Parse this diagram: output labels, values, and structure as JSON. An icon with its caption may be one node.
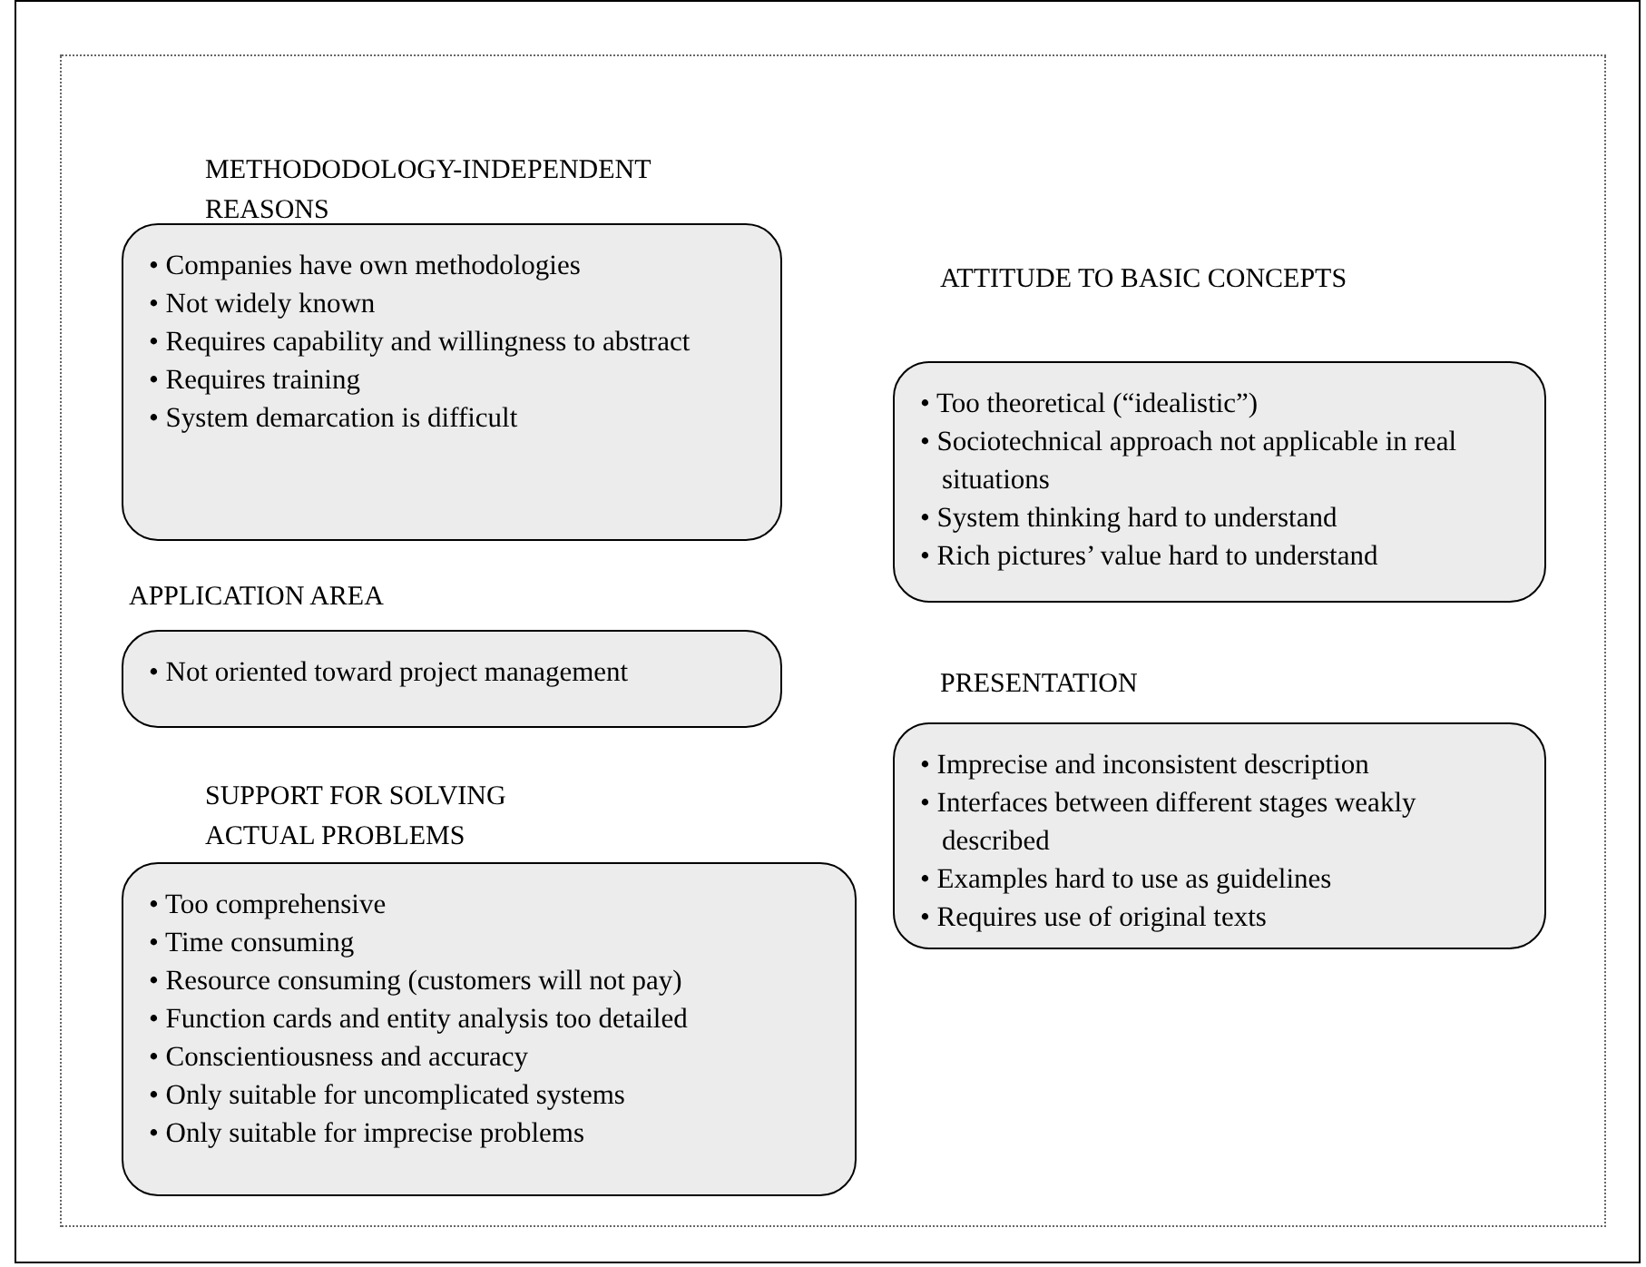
{
  "diagram": {
    "nodes": [
      {
        "text": [
          "METHODODOLOGY-INDEPENDENT REASONS",
          "• Companies have own methodologies",
          "• Not  widely known",
          "• Requires capability and willingness to abstract",
          "• Requires training",
          "• System demarcation is difficult"
        ]
      },
      {
        "text": [
          "APPLICATION AREA",
          "• Not oriented toward project management"
        ]
      },
      {
        "text": [
          "SUPPORT FOR SOLVING ACTUAL PROBLEMS",
          "• Too comprehensive",
          "• Time consuming",
          "• Resource consuming (customers will not pay)",
          "• Function cards and entity analysis too detailed",
          "• Conscientiousness and accuracy",
          "• Only suitable for uncomplicated systems",
          "• Only suitable for imprecise problems"
        ]
      },
      {
        "text": [
          "ATTITUDE TO BASIC CONCEPTS",
          "• Too theoretical (“idealistic”)",
          "• Sociotechnical approach not applicable in real situations",
          "• System thinking hard to  understand",
          "• Rich pictures’ value hard to understand"
        ]
      },
      {
        "text": [
          "PRESENTATION",
          "• Imprecise and inconsistent description",
          "• Interfaces between different stages weakly described",
          "• Examples hard to use as guidelines",
          "• Requires use of original texts"
        ]
      }
    ]
  }
}
